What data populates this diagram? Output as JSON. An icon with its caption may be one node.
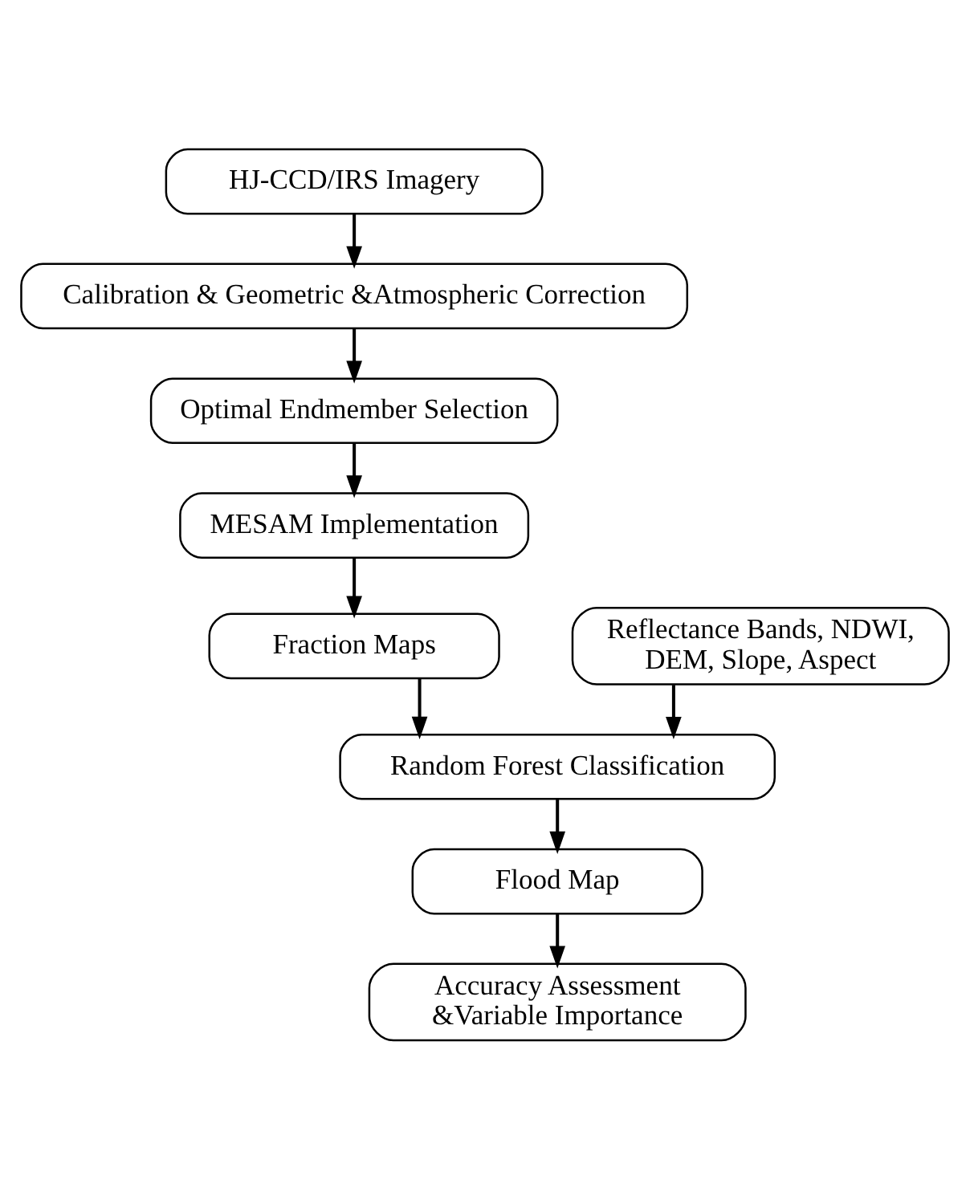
{
  "diagram": {
    "nodes": [
      {
        "text": [
          "HJ-CCD/IRS Imagery"
        ]
      },
      {
        "text": [
          "Calibration & Geometric &Atmospheric Correction"
        ]
      },
      {
        "text": [
          "Optimal Endmember Selection"
        ]
      },
      {
        "text": [
          "MESAM Implementation"
        ]
      },
      {
        "text": [
          "Reflectance Bands, NDWI, DEM, Slope, Aspect"
        ]
      },
      {
        "text": [
          "Fraction Maps"
        ]
      },
      {
        "text": [
          "Random Forest Classification"
        ]
      },
      {
        "text": [
          "Flood Map"
        ]
      },
      {
        "text": [
          "Accuracy Assessment &Variable Importance"
        ]
      }
    ],
    "edges": [
      {
        "from": 0,
        "to": 1,
        "arrow": "to"
      },
      {
        "from": 1,
        "to": 2,
        "arrow": "to"
      },
      {
        "from": 2,
        "to": 3,
        "arrow": "to"
      },
      {
        "from": 3,
        "to": 5,
        "arrow": "to"
      },
      {
        "from": 4,
        "to": 6,
        "arrow": "to"
      },
      {
        "from": 5,
        "to": 6,
        "arrow": "to"
      },
      {
        "from": 6,
        "to": 7,
        "arrow": "to"
      },
      {
        "from": 7,
        "to": 8,
        "arrow": "to"
      }
    ]
  }
}
